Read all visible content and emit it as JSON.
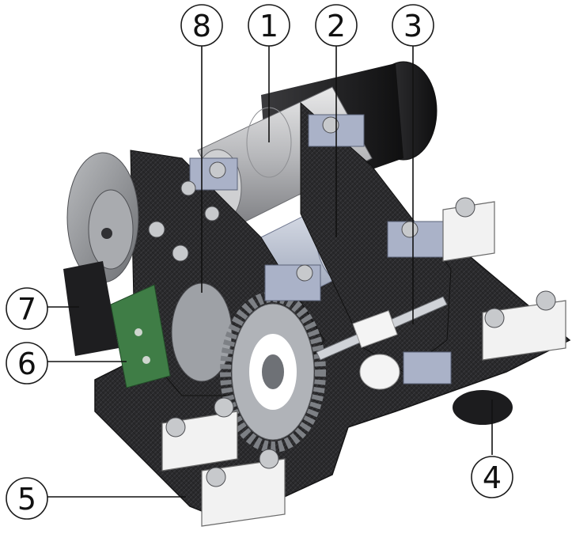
{
  "figure": {
    "callouts": [
      {
        "id": "callout-8",
        "label": "8"
      },
      {
        "id": "callout-1",
        "label": "1"
      },
      {
        "id": "callout-2",
        "label": "2"
      },
      {
        "id": "callout-3",
        "label": "3"
      },
      {
        "id": "callout-4",
        "label": "4"
      },
      {
        "id": "callout-5",
        "label": "5"
      },
      {
        "id": "callout-6",
        "label": "6"
      },
      {
        "id": "callout-7",
        "label": "7"
      }
    ],
    "colors": {
      "carbon_plate": "#2a2a2c",
      "aluminum": "#c9ccd1",
      "bracket_blue": "#aab2c8",
      "motor_black": "#1c1c1e",
      "white_parts": "#f2f2f2",
      "pcb_green": "#3f7d46",
      "gear_gray": "#8c8f94"
    }
  }
}
